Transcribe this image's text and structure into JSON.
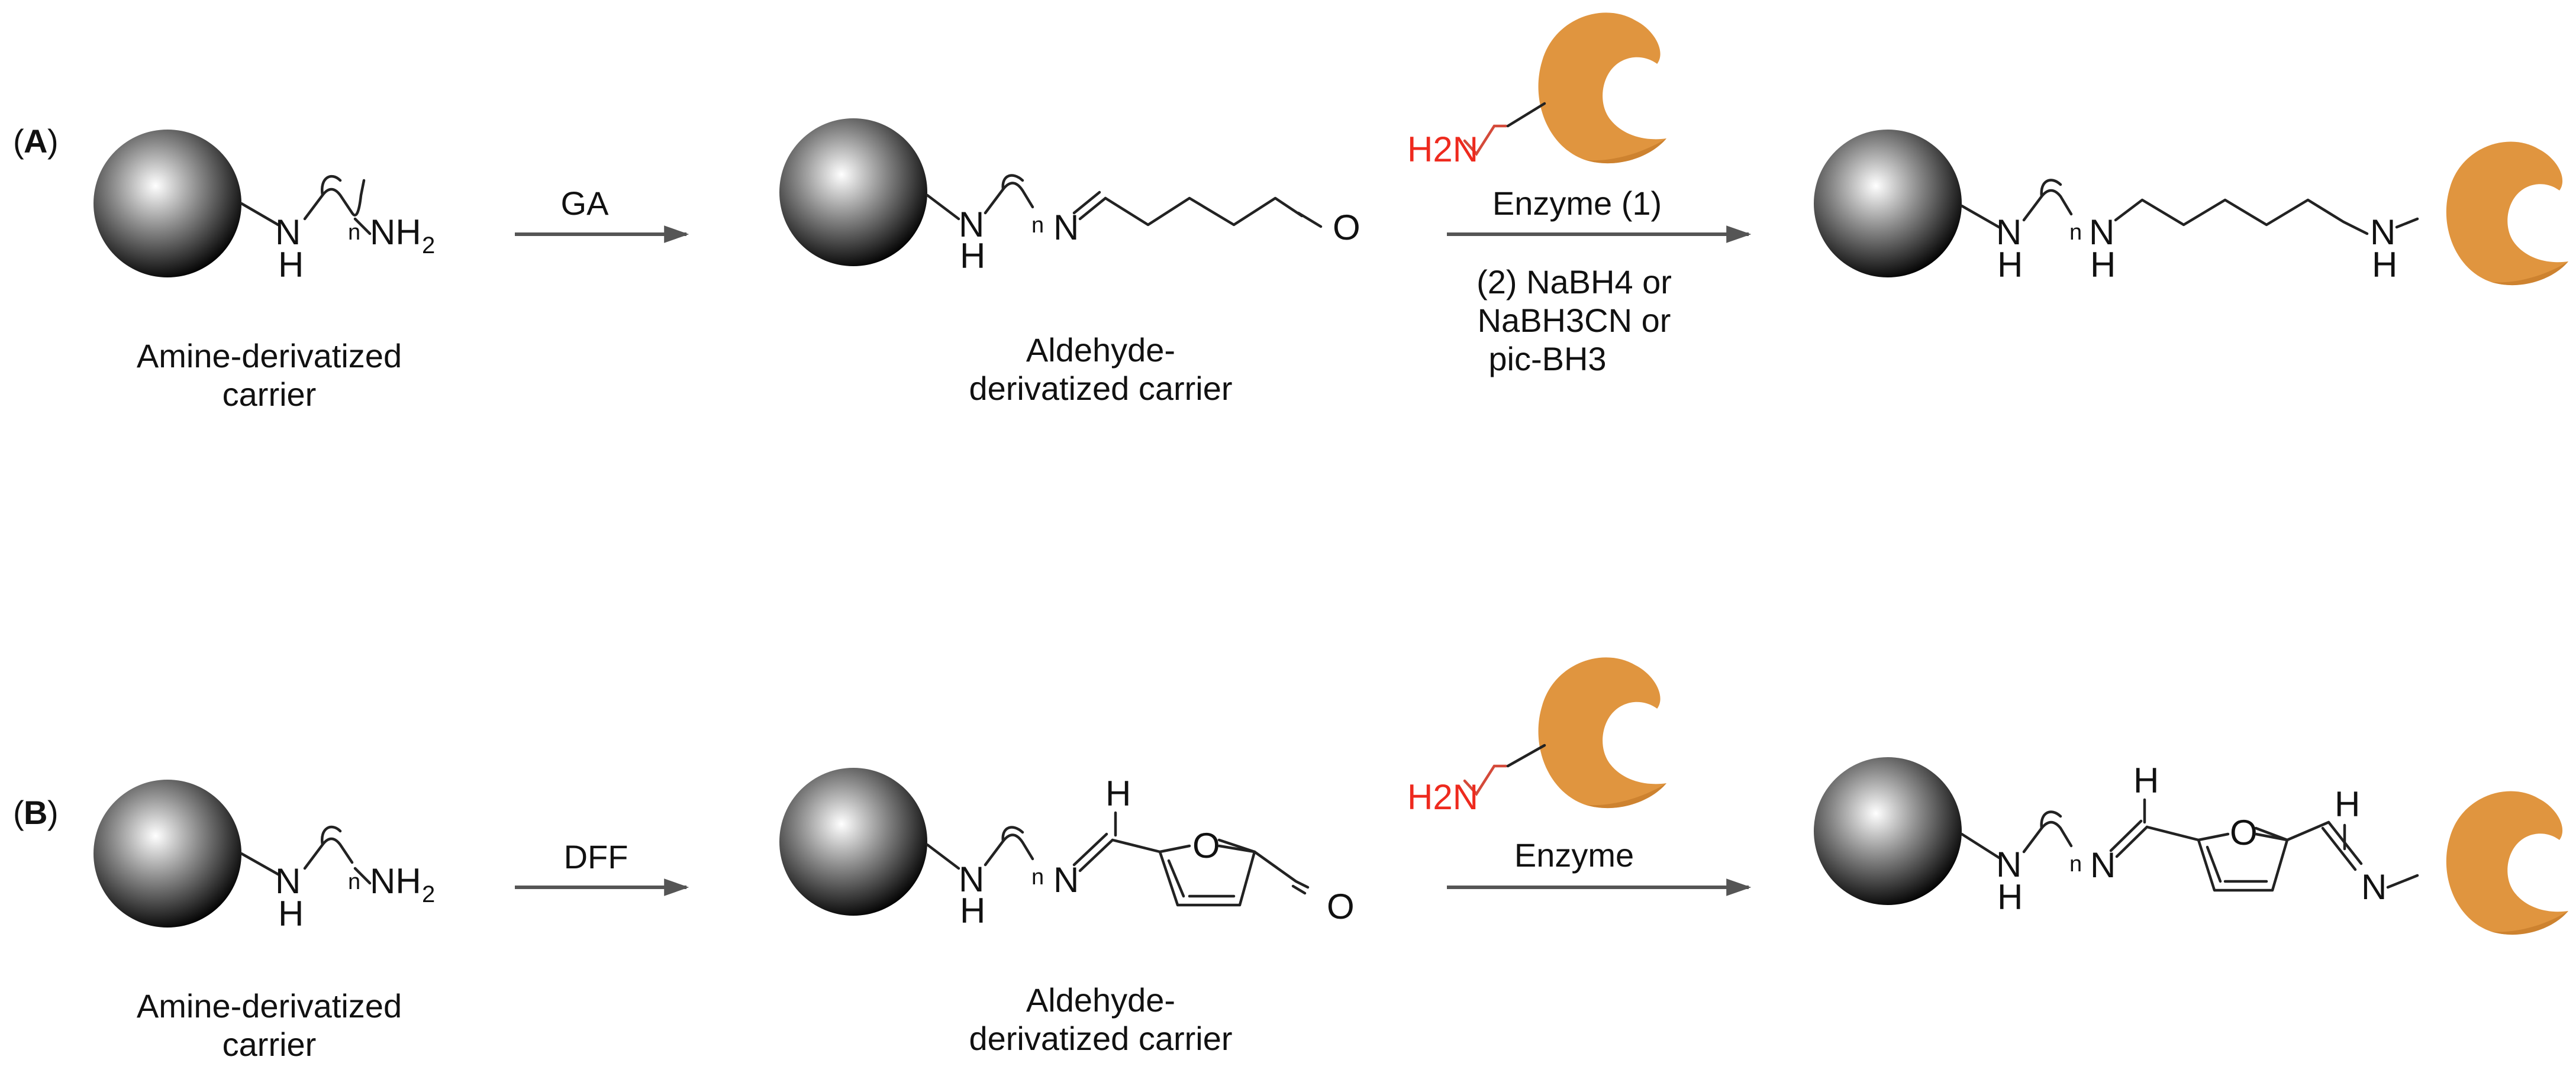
{
  "panels": [
    {
      "letter": "A",
      "start_label_1": "Amine-derivatized",
      "start_label_2": "carrier",
      "reagent_1": "GA",
      "intermediate_label_1": "Aldehyde-",
      "intermediate_label_2": "derivatized carrier",
      "step2_above": "Enzyme (1)",
      "step2_below": [
        "(2) NaBH4 or",
        "NaBH3CN or",
        "pic-BH3"
      ]
    },
    {
      "letter": "B",
      "start_label_1": "Amine-derivatized",
      "start_label_2": "carrier",
      "reagent_1": "DFF",
      "intermediate_label_1": "Aldehyde-",
      "intermediate_label_2": "derivatized carrier",
      "step2_above": "Enzyme"
    }
  ],
  "atoms": {
    "N": "N",
    "H": "H",
    "NH": "NH",
    "O": "O",
    "n": "n",
    "H2N": "H2N"
  },
  "colors": {
    "enzyme": "#E0953F",
    "enzyme_shadow": "#C47A2A",
    "amine_label": "#EE2A1E",
    "bead_dark": "#000000",
    "bead_light": "#FFFFFF"
  },
  "icons": {
    "bead": "carrier-bead-icon",
    "enzyme": "enzyme-c-shape-icon"
  }
}
